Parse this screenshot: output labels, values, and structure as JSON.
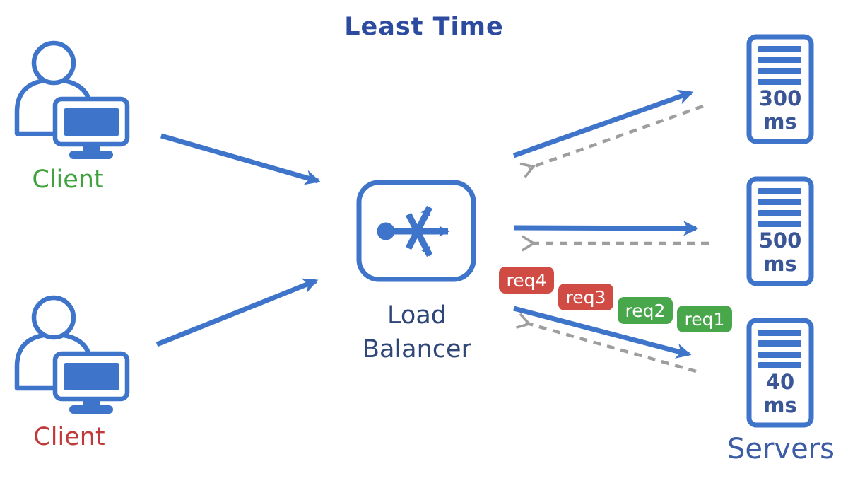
{
  "title": "Least Time",
  "clients": [
    {
      "label": "Client",
      "label_color": "#3FA23D",
      "icon": "person-with-monitor-icon"
    },
    {
      "label": "Client",
      "label_color": "#C13A3B",
      "icon": "person-with-monitor-icon"
    }
  ],
  "load_balancer": {
    "label_line1": "Load",
    "label_line2": "Balancer",
    "icon": "load-balancer-distribution-icon"
  },
  "servers": {
    "group_label": "Servers",
    "icon": "server-tower-icon",
    "items": [
      {
        "latency_value": "300",
        "latency_unit": "ms"
      },
      {
        "latency_value": "500",
        "latency_unit": "ms"
      },
      {
        "latency_value": "40",
        "latency_unit": "ms"
      }
    ]
  },
  "requests": [
    {
      "label": "req4",
      "badge_color": "#D14B45"
    },
    {
      "label": "req3",
      "badge_color": "#D14B45"
    },
    {
      "label": "req2",
      "badge_color": "#48A64B"
    },
    {
      "label": "req1",
      "badge_color": "#48A64B"
    }
  ],
  "arrows": {
    "request_color": "#3E74C9",
    "request_style": "solid",
    "response_color": "#9E9E9E",
    "response_style": "dashed"
  },
  "colors": {
    "diagram_blue": "#3E74C9",
    "title_navy": "#2C4AA0",
    "label_navy": "#2F4679",
    "latency_text_navy": "#3A5697",
    "servers_label_blue": "#3C5CA5"
  }
}
